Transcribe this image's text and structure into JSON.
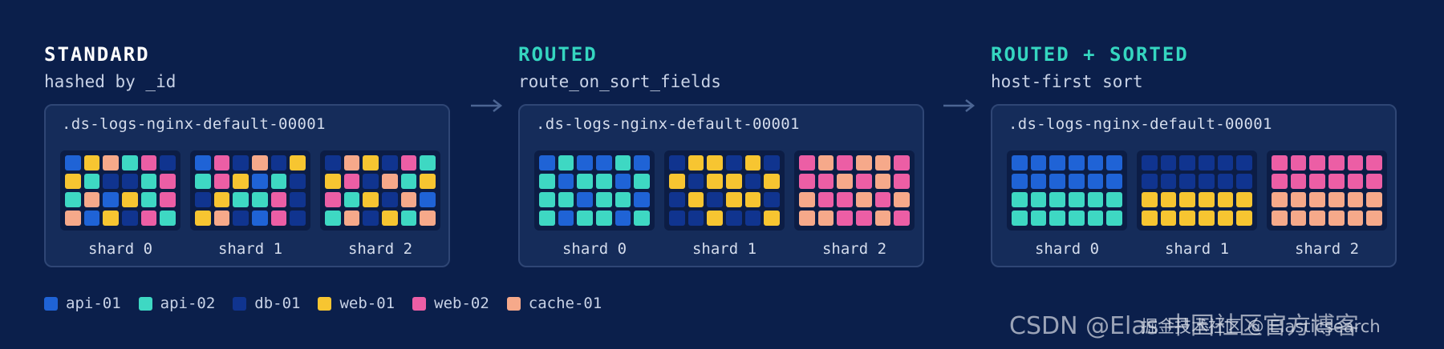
{
  "colors": {
    "api-01": "#1f63d6",
    "api-02": "#3ed8c3",
    "db-01": "#10348f",
    "web-01": "#f7c531",
    "web-02": "#ec5ea5",
    "cache-01": "#f6a98a"
  },
  "panels": [
    {
      "title": "STANDARD",
      "title_color": "#ffffff",
      "subtitle": "hashed by _id",
      "index_name": ".ds-logs-nginx-default-00001",
      "shards": [
        {
          "label": "shard 0",
          "cells": [
            [
              "api-01",
              "web-01",
              "cache-01",
              "api-02",
              "web-02",
              "db-01"
            ],
            [
              "web-01",
              "api-02",
              "db-01",
              "db-01",
              "api-02",
              "web-02"
            ],
            [
              "api-02",
              "cache-01",
              "api-01",
              "web-01",
              "api-02",
              "web-02"
            ],
            [
              "cache-01",
              "api-01",
              "web-01",
              "db-01",
              "web-02",
              "api-02"
            ]
          ]
        },
        {
          "label": "shard 1",
          "cells": [
            [
              "api-01",
              "web-02",
              "db-01",
              "cache-01",
              "db-01",
              "web-01"
            ],
            [
              "api-02",
              "web-02",
              "web-01",
              "api-01",
              "api-02",
              "db-01"
            ],
            [
              "db-01",
              "web-01",
              "api-02",
              "api-02",
              "web-02",
              "db-01"
            ],
            [
              "web-01",
              "cache-01",
              "db-01",
              "api-01",
              "web-02",
              "db-01"
            ]
          ]
        },
        {
          "label": "shard 2",
          "cells": [
            [
              "db-01",
              "cache-01",
              "web-01",
              "db-01",
              "web-02",
              "api-02"
            ],
            [
              "web-01",
              "web-02",
              "db-01",
              "cache-01",
              "api-02",
              "web-01"
            ],
            [
              "web-02",
              "api-02",
              "web-01",
              "db-01",
              "cache-01",
              "api-01"
            ],
            [
              "api-02",
              "cache-01",
              "db-01",
              "web-01",
              "api-02",
              "cache-01"
            ]
          ]
        }
      ]
    },
    {
      "title": "ROUTED",
      "title_color": "#35d6c0",
      "subtitle": "route_on_sort_fields",
      "index_name": ".ds-logs-nginx-default-00001",
      "shards": [
        {
          "label": "shard 0",
          "cells": [
            [
              "api-01",
              "api-02",
              "api-01",
              "api-01",
              "api-02",
              "api-01"
            ],
            [
              "api-02",
              "api-01",
              "api-02",
              "api-02",
              "api-01",
              "api-02"
            ],
            [
              "api-02",
              "api-02",
              "api-01",
              "api-02",
              "api-02",
              "api-01"
            ],
            [
              "api-02",
              "api-01",
              "api-02",
              "api-02",
              "api-01",
              "api-02"
            ]
          ]
        },
        {
          "label": "shard 1",
          "cells": [
            [
              "db-01",
              "web-01",
              "web-01",
              "db-01",
              "web-01",
              "db-01"
            ],
            [
              "web-01",
              "db-01",
              "web-01",
              "web-01",
              "db-01",
              "web-01"
            ],
            [
              "db-01",
              "web-01",
              "db-01",
              "web-01",
              "web-01",
              "db-01"
            ],
            [
              "db-01",
              "db-01",
              "web-01",
              "db-01",
              "db-01",
              "web-01"
            ]
          ]
        },
        {
          "label": "shard 2",
          "cells": [
            [
              "web-02",
              "cache-01",
              "web-02",
              "cache-01",
              "cache-01",
              "web-02"
            ],
            [
              "web-02",
              "web-02",
              "cache-01",
              "web-02",
              "cache-01",
              "web-02"
            ],
            [
              "cache-01",
              "web-02",
              "web-02",
              "cache-01",
              "web-02",
              "cache-01"
            ],
            [
              "cache-01",
              "cache-01",
              "web-02",
              "web-02",
              "cache-01",
              "web-02"
            ]
          ]
        }
      ]
    },
    {
      "title": "ROUTED + SORTED",
      "title_color": "#35d6c0",
      "subtitle": "host-first sort",
      "index_name": ".ds-logs-nginx-default-00001",
      "shards": [
        {
          "label": "shard 0",
          "cells": [
            [
              "api-01",
              "api-01",
              "api-01",
              "api-01",
              "api-01",
              "api-01"
            ],
            [
              "api-01",
              "api-01",
              "api-01",
              "api-01",
              "api-01",
              "api-01"
            ],
            [
              "api-02",
              "api-02",
              "api-02",
              "api-02",
              "api-02",
              "api-02"
            ],
            [
              "api-02",
              "api-02",
              "api-02",
              "api-02",
              "api-02",
              "api-02"
            ]
          ]
        },
        {
          "label": "shard 1",
          "cells": [
            [
              "db-01",
              "db-01",
              "db-01",
              "db-01",
              "db-01",
              "db-01"
            ],
            [
              "db-01",
              "db-01",
              "db-01",
              "db-01",
              "db-01",
              "db-01"
            ],
            [
              "web-01",
              "web-01",
              "web-01",
              "web-01",
              "web-01",
              "web-01"
            ],
            [
              "web-01",
              "web-01",
              "web-01",
              "web-01",
              "web-01",
              "web-01"
            ]
          ]
        },
        {
          "label": "shard 2",
          "cells": [
            [
              "web-02",
              "web-02",
              "web-02",
              "web-02",
              "web-02",
              "web-02"
            ],
            [
              "web-02",
              "web-02",
              "web-02",
              "web-02",
              "web-02",
              "web-02"
            ],
            [
              "cache-01",
              "cache-01",
              "cache-01",
              "cache-01",
              "cache-01",
              "cache-01"
            ],
            [
              "cache-01",
              "cache-01",
              "cache-01",
              "cache-01",
              "cache-01",
              "cache-01"
            ]
          ]
        }
      ]
    }
  ],
  "legend": [
    {
      "key": "api-01",
      "label": "api-01"
    },
    {
      "key": "api-02",
      "label": "api-02"
    },
    {
      "key": "db-01",
      "label": "db-01"
    },
    {
      "key": "web-01",
      "label": "web-01"
    },
    {
      "key": "web-02",
      "label": "web-02"
    },
    {
      "key": "cache-01",
      "label": "cache-01"
    }
  ],
  "watermark": "CSDN @Elas  中国社区官方博客",
  "watermark_overlay": "掘金技术社区 @ Elasticsearch"
}
